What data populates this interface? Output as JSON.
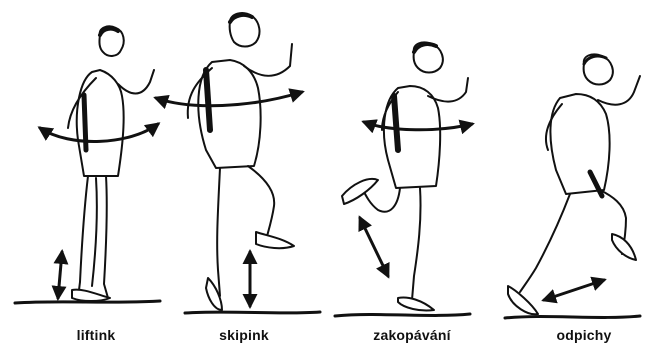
{
  "figures": [
    {
      "label": "liftink"
    },
    {
      "label": "skipink"
    },
    {
      "label": "zakopávání"
    },
    {
      "label": "odpichy"
    }
  ]
}
